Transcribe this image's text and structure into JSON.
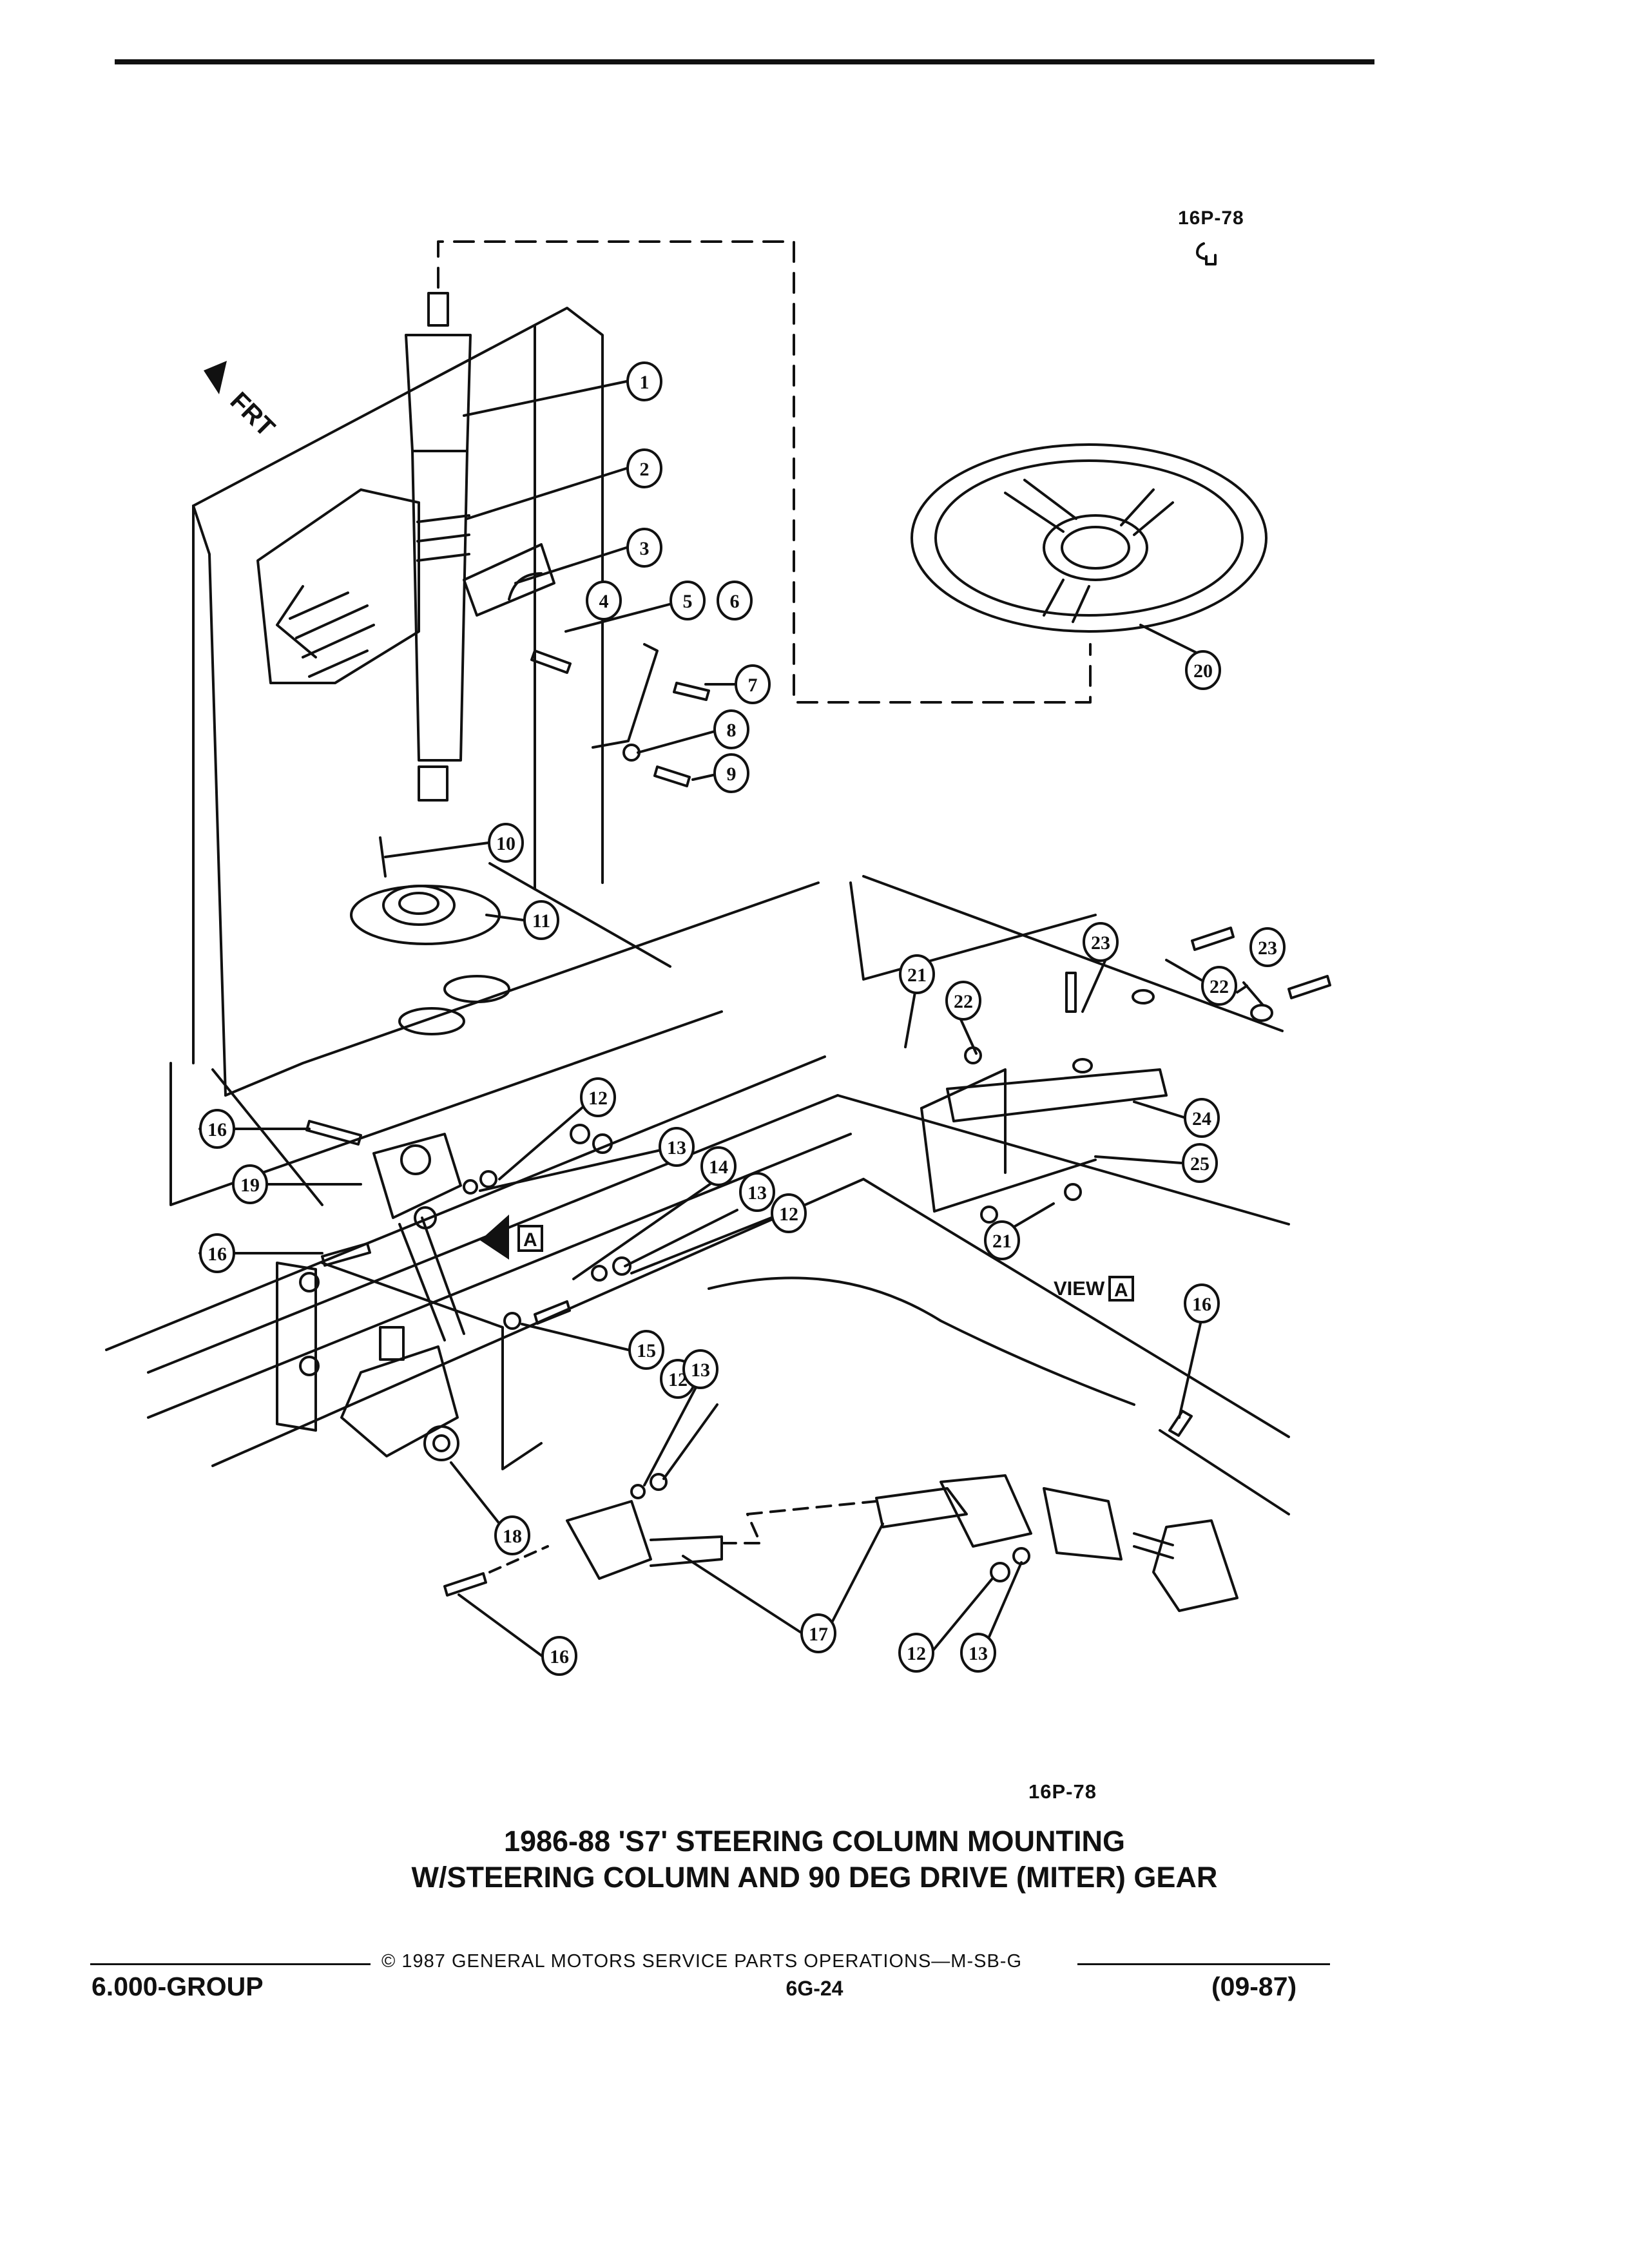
{
  "figure_code_top": "16P-78",
  "figure_code_bottom": "16P-78",
  "title_line1": "1986-88 'S7' STEERING COLUMN MOUNTING",
  "title_line2": "W/STEERING COLUMN AND 90 DEG DRIVE (MITER) GEAR",
  "copyright": "© 1987 GENERAL MOTORS SERVICE PARTS OPERATIONS—M-SB-G",
  "group": "6.000-GROUP",
  "page_number": "6G-24",
  "date_code": "(09-87)",
  "direction_label": "FRT",
  "view_label": "VIEW",
  "view_letter": "A",
  "callouts": [
    "1",
    "2",
    "3",
    "4",
    "5",
    "6",
    "7",
    "8",
    "9",
    "10",
    "11",
    "12",
    "12",
    "12",
    "12",
    "13",
    "13",
    "13",
    "13",
    "14",
    "15",
    "16",
    "16",
    "16",
    "16",
    "17",
    "18",
    "19",
    "20",
    "21",
    "21",
    "22",
    "22",
    "23",
    "23",
    "24",
    "25"
  ]
}
